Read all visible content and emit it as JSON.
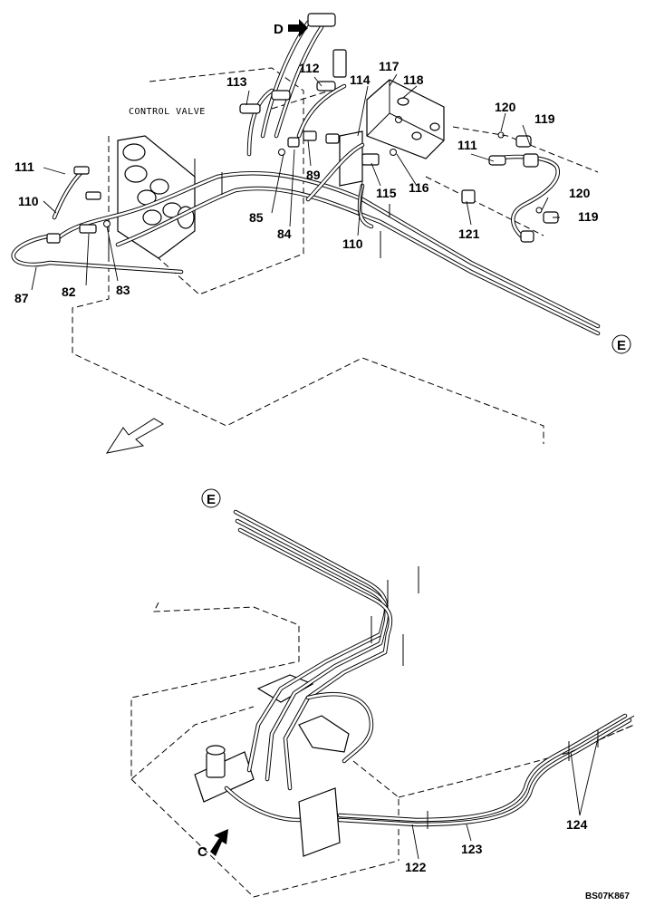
{
  "title_labels": {
    "control_valve": "CONTROL VALVE",
    "view_d": "D",
    "view_c": "C",
    "connector_e_top": "E",
    "connector_e_bottom": "E",
    "drawing_code": "BS07K867"
  },
  "part_callouts": {
    "p111a": "111",
    "p110a": "110",
    "p87": "87",
    "p82": "82",
    "p83": "83",
    "p113": "113",
    "p112": "112",
    "p117": "117",
    "p114": "114",
    "p118": "118",
    "p89": "89",
    "p85": "85",
    "p84": "84",
    "p115": "115",
    "p116": "116",
    "p110b": "110",
    "p111b": "111",
    "p121": "121",
    "p120a": "120",
    "p119a": "119",
    "p120b": "120",
    "p119b": "119",
    "p122": "122",
    "p123": "123",
    "p124": "124"
  }
}
